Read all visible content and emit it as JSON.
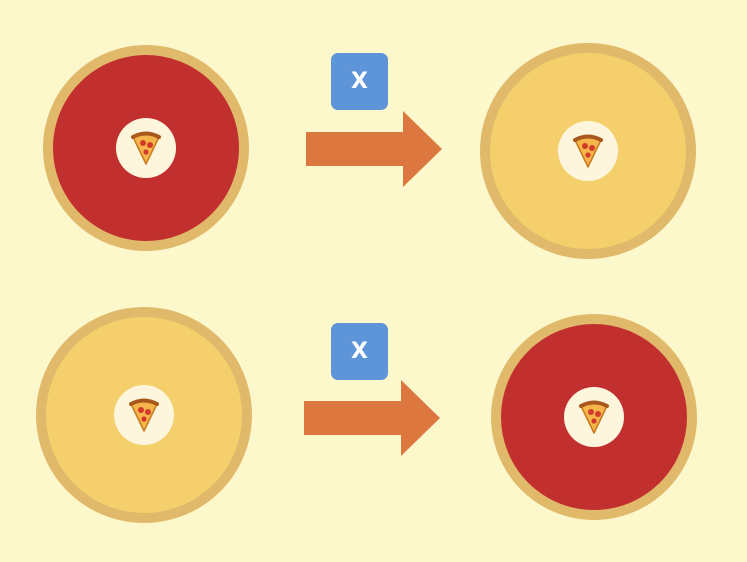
{
  "colors": {
    "background": "#fcf8cb",
    "crust": "#e1b96b",
    "sauce": "#c22f2f",
    "cheese": "#f4cf6b",
    "center": "#fdf6dd",
    "gate": "#5e95d9",
    "arrow": "#dc783f"
  },
  "rows": [
    {
      "input": {
        "topping": "sauce",
        "icon": "pizza-slice-icon"
      },
      "gate": {
        "label": "X"
      },
      "output": {
        "topping": "cheese",
        "icon": "pizza-slice-icon"
      }
    },
    {
      "input": {
        "topping": "cheese",
        "icon": "pizza-slice-icon"
      },
      "gate": {
        "label": "X"
      },
      "output": {
        "topping": "sauce",
        "icon": "pizza-slice-icon"
      }
    }
  ]
}
